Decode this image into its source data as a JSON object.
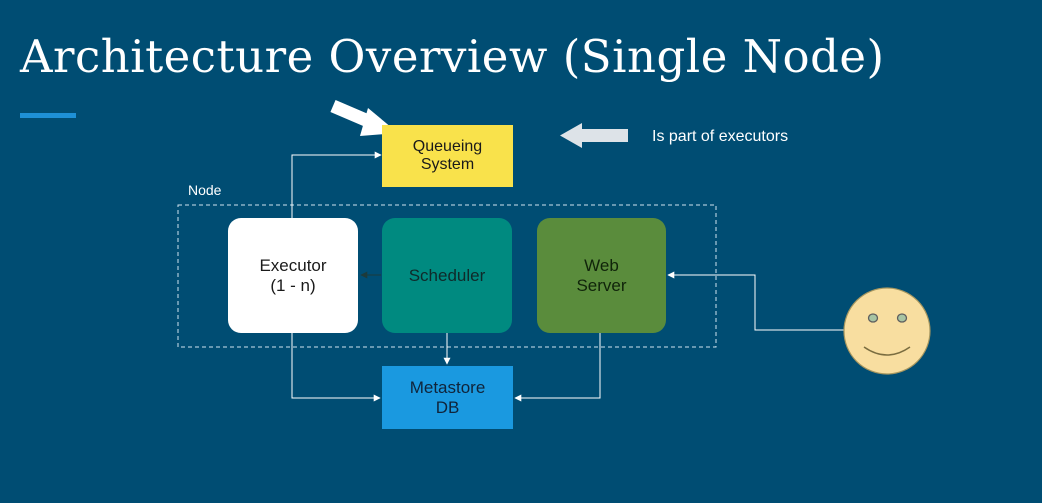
{
  "slide": {
    "title": "Architecture Overview (Single Node)",
    "accent_color": "#1e90d6",
    "background_color": "#004d73"
  },
  "diagram": {
    "node_label": "Node",
    "note": "Is part of executors",
    "components": {
      "queueing_system": {
        "label": "Queueing\nSystem",
        "color": "#f9e24b"
      },
      "executor": {
        "label": "Executor\n(1 - n)",
        "color": "#ffffff"
      },
      "scheduler": {
        "label": "Scheduler",
        "color": "#008a80"
      },
      "web_server": {
        "label": "Web\nServer",
        "color": "#5a8c3c"
      },
      "metastore_db": {
        "label": "Metastore\nDB",
        "color": "#1a99e0"
      }
    },
    "icons": [
      "pointer-arrow-icon",
      "left-arrow-icon",
      "smiley-user-icon"
    ]
  }
}
